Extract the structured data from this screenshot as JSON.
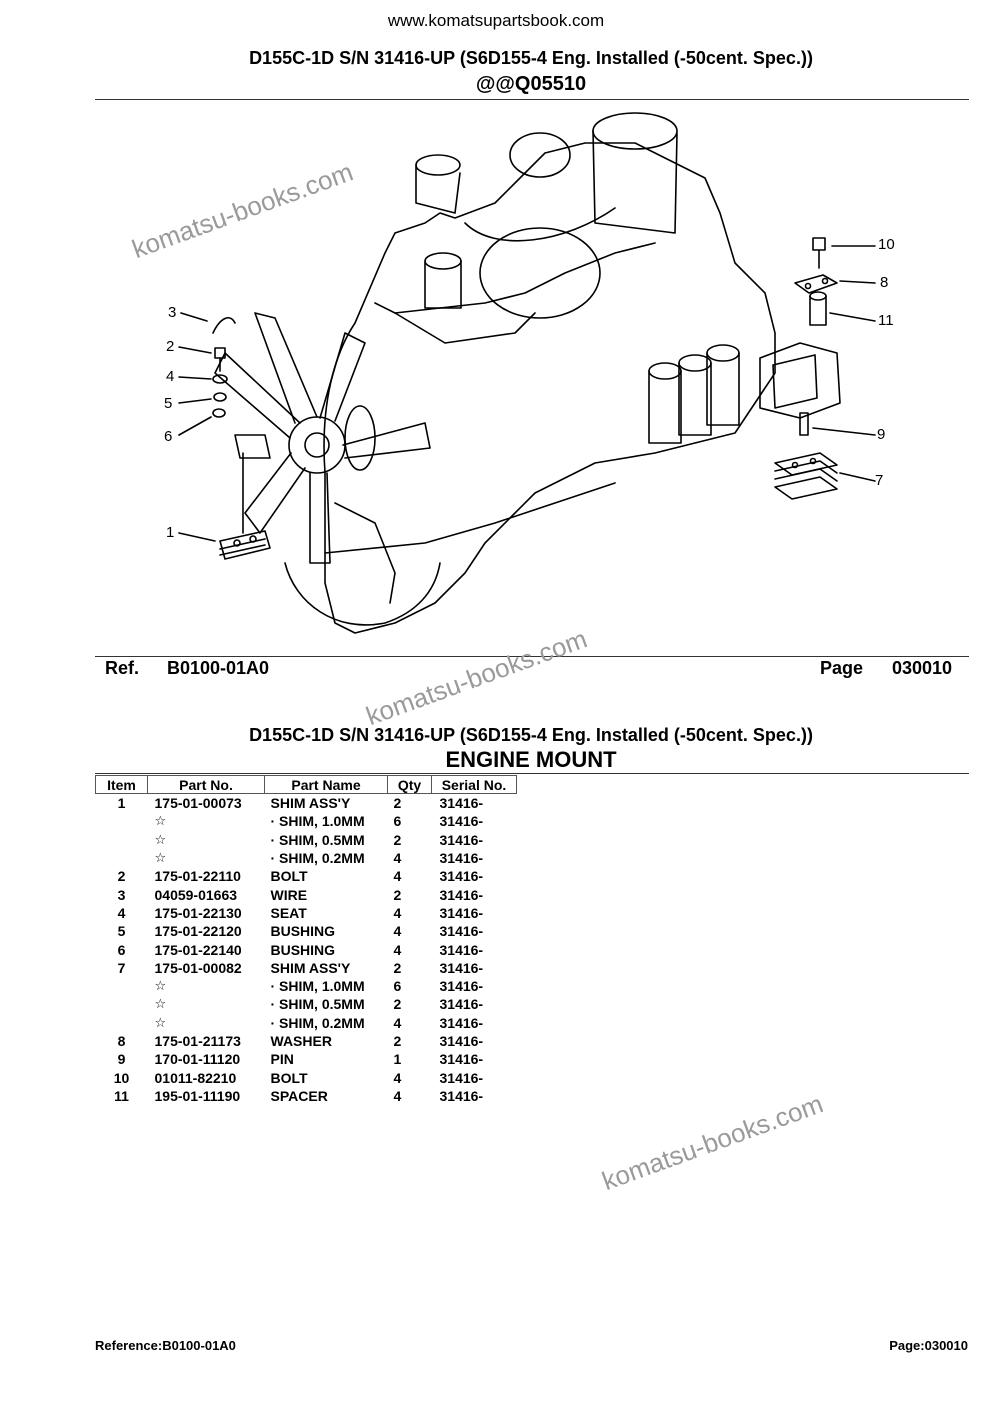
{
  "header": {
    "site_url": "www.komatsupartsbook.com",
    "model_title": "D155C-1D S/N 31416-UP (S6D155-4 Eng. Installed (-50cent. Spec.))",
    "illustration_code": "@@Q05510"
  },
  "illustration": {
    "callouts": [
      "1",
      "2",
      "3",
      "4",
      "5",
      "6",
      "7",
      "8",
      "9",
      "10",
      "11"
    ]
  },
  "ref_line": {
    "ref_label": "Ref.",
    "ref_value": "B0100-01A0",
    "page_label": "Page",
    "page_value": "030010"
  },
  "section": {
    "model_title": "D155C-1D S/N 31416-UP (S6D155-4 Eng. Installed (-50cent. Spec.))",
    "title": "ENGINE MOUNT"
  },
  "table": {
    "headers": [
      "Item",
      "Part No.",
      "Part Name",
      "Qty",
      "Serial No."
    ],
    "rows": [
      {
        "item": "1",
        "part_no": "175-01-00073",
        "name": "SHIM ASS'Y",
        "qty": "2",
        "serial": "31416-"
      },
      {
        "item": "",
        "part_no": "☆",
        "name": "·  SHIM, 1.0MM",
        "qty": "6",
        "serial": "31416-"
      },
      {
        "item": "",
        "part_no": "☆",
        "name": "·  SHIM, 0.5MM",
        "qty": "2",
        "serial": "31416-"
      },
      {
        "item": "",
        "part_no": "☆",
        "name": "·  SHIM, 0.2MM",
        "qty": "4",
        "serial": "31416-"
      },
      {
        "item": "2",
        "part_no": "175-01-22110",
        "name": "BOLT",
        "qty": "4",
        "serial": "31416-"
      },
      {
        "item": "3",
        "part_no": "04059-01663",
        "name": "WIRE",
        "qty": "2",
        "serial": "31416-"
      },
      {
        "item": "4",
        "part_no": "175-01-22130",
        "name": "SEAT",
        "qty": "4",
        "serial": "31416-"
      },
      {
        "item": "5",
        "part_no": "175-01-22120",
        "name": "BUSHING",
        "qty": "4",
        "serial": "31416-"
      },
      {
        "item": "6",
        "part_no": "175-01-22140",
        "name": "BUSHING",
        "qty": "4",
        "serial": "31416-"
      },
      {
        "item": "7",
        "part_no": "175-01-00082",
        "name": "SHIM ASS'Y",
        "qty": "2",
        "serial": "31416-"
      },
      {
        "item": "",
        "part_no": "☆",
        "name": "·  SHIM, 1.0MM",
        "qty": "6",
        "serial": "31416-"
      },
      {
        "item": "",
        "part_no": "☆",
        "name": "·  SHIM, 0.5MM",
        "qty": "2",
        "serial": "31416-"
      },
      {
        "item": "",
        "part_no": "☆",
        "name": "·  SHIM, 0.2MM",
        "qty": "4",
        "serial": "31416-"
      },
      {
        "item": "8",
        "part_no": "175-01-21173",
        "name": "WASHER",
        "qty": "2",
        "serial": "31416-"
      },
      {
        "item": "9",
        "part_no": "170-01-11120",
        "name": "PIN",
        "qty": "1",
        "serial": "31416-"
      },
      {
        "item": "10",
        "part_no": "01011-82210",
        "name": "BOLT",
        "qty": "4",
        "serial": "31416-"
      },
      {
        "item": "11",
        "part_no": "195-01-11190",
        "name": "SPACER",
        "qty": "4",
        "serial": "31416-"
      }
    ]
  },
  "watermarks": [
    "komatsu-books.com",
    "komatsu-books.com",
    "komatsu-books.com"
  ],
  "footer": {
    "reference": "Reference:B0100-01A0",
    "page": "Page:030010"
  }
}
